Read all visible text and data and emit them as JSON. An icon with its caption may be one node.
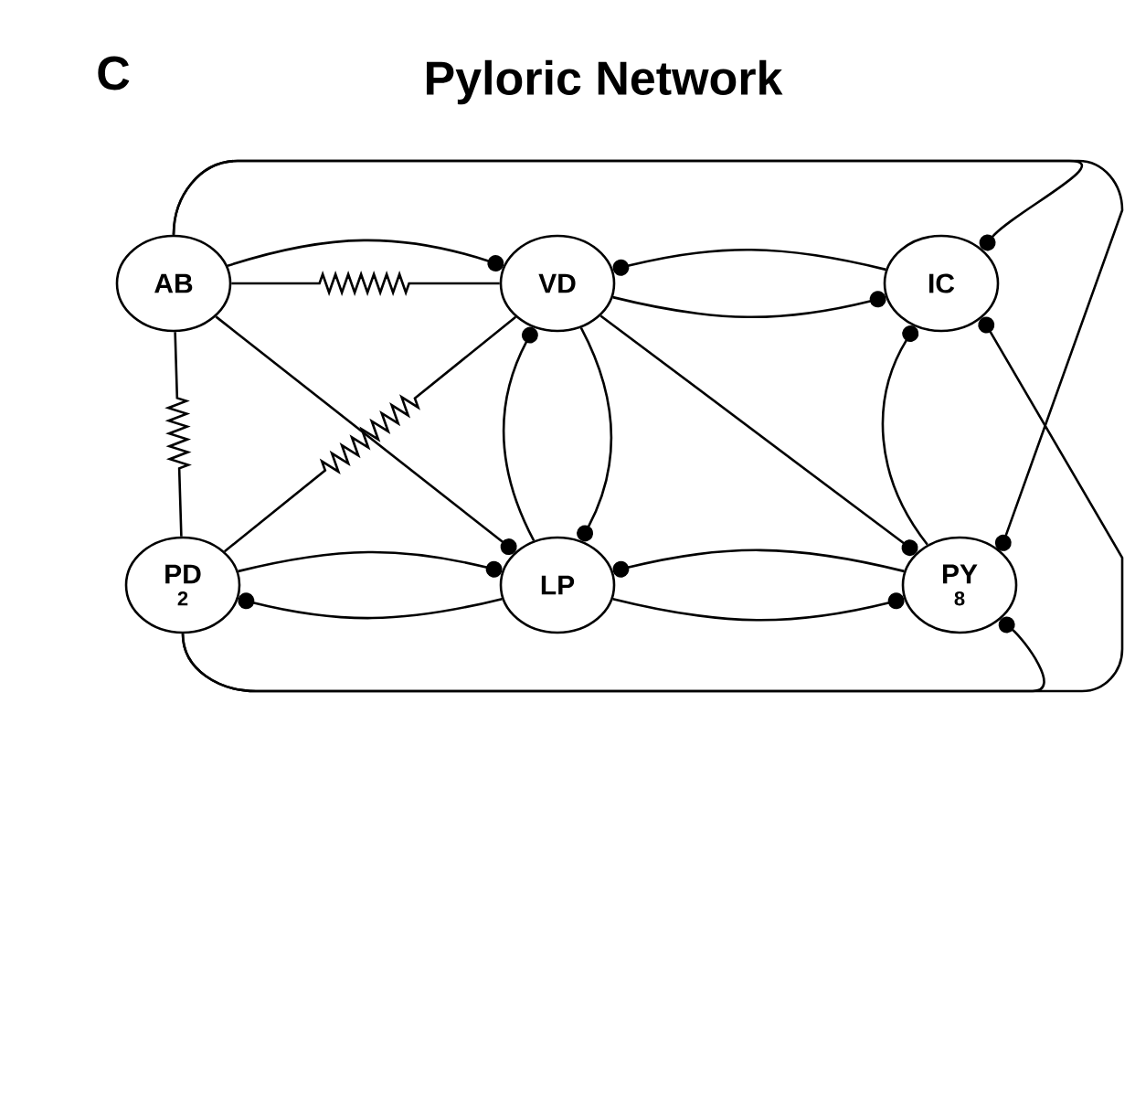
{
  "diagram": {
    "title": "Pyloric Network",
    "nodes": [
      {
        "text": [
          "AB"
        ]
      },
      {
        "text": [
          "VD"
        ]
      },
      {
        "text": [
          "IC"
        ]
      },
      {
        "text": [
          "PD",
          "2"
        ]
      },
      {
        "text": [
          "LP"
        ]
      },
      {
        "text": [
          "PY",
          "8"
        ]
      }
    ],
    "edges": [
      {
        "from": 0,
        "to": 1,
        "arrow": "other"
      },
      {
        "from": 0,
        "to": 1,
        "arrow": "none"
      },
      {
        "from": 0,
        "to": 4,
        "arrow": "other"
      },
      {
        "from": 0,
        "to": 3,
        "arrow": "none"
      },
      {
        "from": 3,
        "to": 1,
        "arrow": "none"
      },
      {
        "from": 3,
        "to": 4,
        "arrow": "other"
      },
      {
        "from": 4,
        "to": 3,
        "arrow": "other"
      },
      {
        "from": 1,
        "to": 4,
        "arrow": "other"
      },
      {
        "from": 4,
        "to": 1,
        "arrow": "other"
      },
      {
        "from": 1,
        "to": 2,
        "arrow": "other"
      },
      {
        "from": 2,
        "to": 1,
        "arrow": "other"
      },
      {
        "from": 1,
        "to": 5,
        "arrow": "other"
      },
      {
        "from": 4,
        "to": 5,
        "arrow": "other"
      },
      {
        "from": 5,
        "to": 4,
        "arrow": "other"
      },
      {
        "from": 5,
        "to": 2,
        "arrow": "other"
      },
      {
        "from": 0,
        "to": 2,
        "arrow": "other"
      },
      {
        "from": 0,
        "to": 5,
        "arrow": "other"
      },
      {
        "from": 3,
        "to": 5,
        "arrow": "other"
      },
      {
        "from": 3,
        "to": 2,
        "arrow": "other"
      }
    ],
    "labels": [
      "C"
    ]
  }
}
